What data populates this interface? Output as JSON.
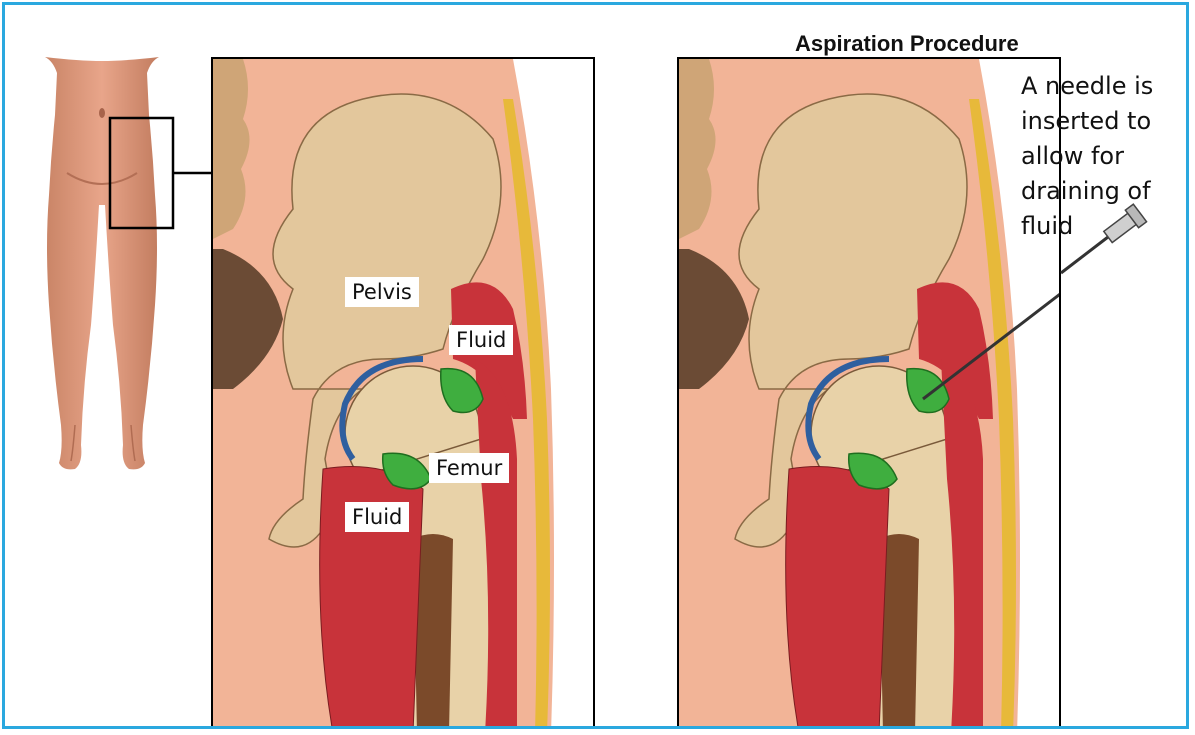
{
  "title": "Aspiration Procedure",
  "labels": {
    "pelvis": "Pelvis",
    "fluid_upper": "Fluid",
    "femur": "Femur",
    "fluid_lower": "Fluid"
  },
  "note": {
    "lines": [
      "A needle is",
      "inserted to",
      "allow for",
      "draining of",
      "fluid"
    ]
  },
  "colors": {
    "frame_border": "#2aa8df",
    "skin": "#f2b497",
    "bone": "#e3c79c",
    "muscle": "#c8333a",
    "fluid": "#3fae3f",
    "cartilage": "#2f5f9f",
    "fat": "#e7b93a"
  }
}
